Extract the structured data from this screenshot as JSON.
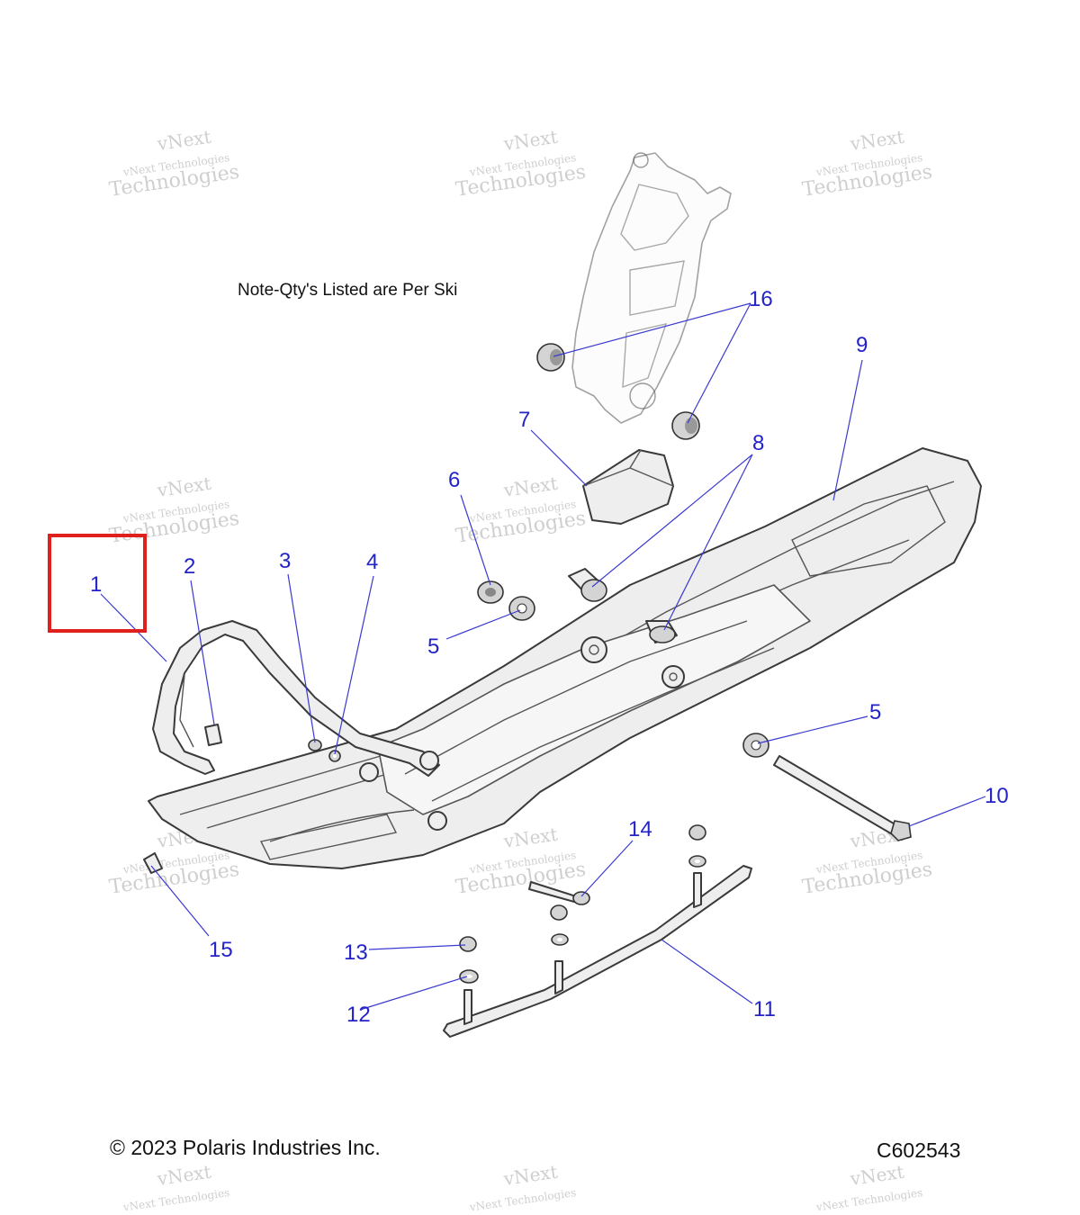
{
  "note": "Note-Qty's Listed are Per Ski",
  "copyright": "© 2023 Polaris Industries Inc.",
  "diagram_code": "C602543",
  "watermark": {
    "line1": "vNext Technologies",
    "line2": "Technologies",
    "line3": "vNext"
  },
  "callouts": [
    "1",
    "2",
    "3",
    "4",
    "5",
    "5",
    "6",
    "7",
    "8",
    "9",
    "10",
    "11",
    "12",
    "13",
    "14",
    "15",
    "16"
  ],
  "highlight_color": "#e0201c",
  "callout_color": "#2323c8"
}
